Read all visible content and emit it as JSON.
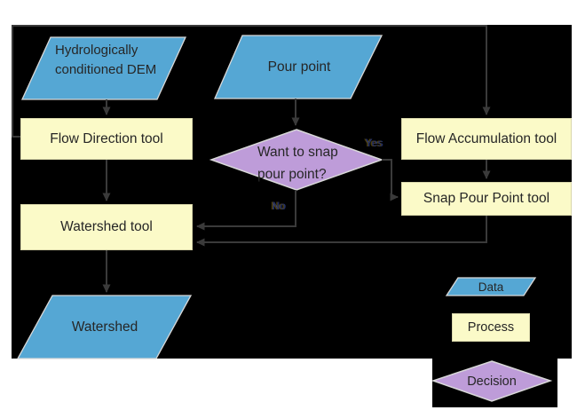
{
  "nodes": {
    "dem": "Hydrologically conditioned DEM",
    "pour_point": "Pour point",
    "flow_direction": "Flow Direction tool",
    "flow_accumulation": "Flow Accumulation tool",
    "decision": "Want to snap pour point?",
    "snap_pour_point": "Snap Pour Point tool",
    "watershed_tool": "Watershed tool",
    "watershed_output": "Watershed"
  },
  "edge_labels": {
    "yes": "Yes",
    "no": "No"
  },
  "legend": {
    "data": "Data",
    "process": "Process",
    "decision": "Decision"
  },
  "colors": {
    "data_fill": "#55A7D4",
    "process_fill": "#FBFAC8",
    "decision_fill": "#BE9CD9",
    "connector": "#3A3A3A",
    "shape_outline": "#D8D8D8",
    "diagram_background": "#000000",
    "page_background": "#FFFFFF"
  }
}
